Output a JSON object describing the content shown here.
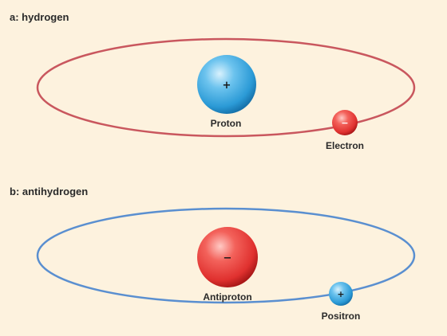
{
  "panels": [
    {
      "title": "a: hydrogen",
      "nucleus": {
        "label": "Proton",
        "charge": "+"
      },
      "orbiter": {
        "label": "Electron",
        "charge": "−"
      }
    },
    {
      "title": "b: antihydrogen",
      "nucleus": {
        "label": "Antiproton",
        "charge": "−"
      },
      "orbiter": {
        "label": "Positron",
        "charge": "+"
      }
    }
  ],
  "colors": {
    "background": "#fdf2de",
    "hydrogen_orbit": "#c9575e",
    "antihydrogen_orbit": "#5a8fd0",
    "blue_particle": "#2b9ad6",
    "red_particle": "#e0312f"
  }
}
